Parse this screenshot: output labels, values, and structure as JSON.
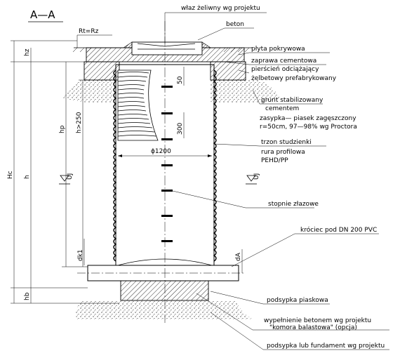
{
  "section_title": "A—A",
  "labels": {
    "wlaz": "właz żeliwny wg projektu",
    "beton": "beton",
    "plyta": "płyta pokrywowa",
    "zaprawa": "zaprawa cementowa",
    "pierscien": "pierścień odciążający",
    "pierscien2": "żelbetowy prefabrykowany",
    "grunt1": "grunt stabilizowany",
    "grunt2": "cementem",
    "zasypka1": "zasypka— piasek zagęszczony",
    "zasypka2": "r=50cm, 97—98% wg Proctora",
    "trzon1": "trzon studzienki",
    "trzon2": "rura profilowa",
    "trzon3": "PEHD/PP",
    "stopnie": "stopnie złazowe",
    "krociec": "króciec pod DN 200 PVC",
    "podsypka": "podsypka piaskowa",
    "wypelnienie1": "wypełnienie betonem wg projektu",
    "wypelnienie2": "\"komora balastowa\" (opcja)",
    "fundament": "podsypka lub fundament wg projektu"
  },
  "dimensions": {
    "rt": "Rt=Rz",
    "hz": "hz",
    "hc": "Hc",
    "h": "h",
    "hp": "hp",
    "h250": "h>250",
    "hb": "hb",
    "d50": "50",
    "d300": "300",
    "phi": "ϕ1200",
    "dk1": "dk1",
    "da": "dA",
    "uj1": "UJ",
    "uj2": "UJ"
  }
}
